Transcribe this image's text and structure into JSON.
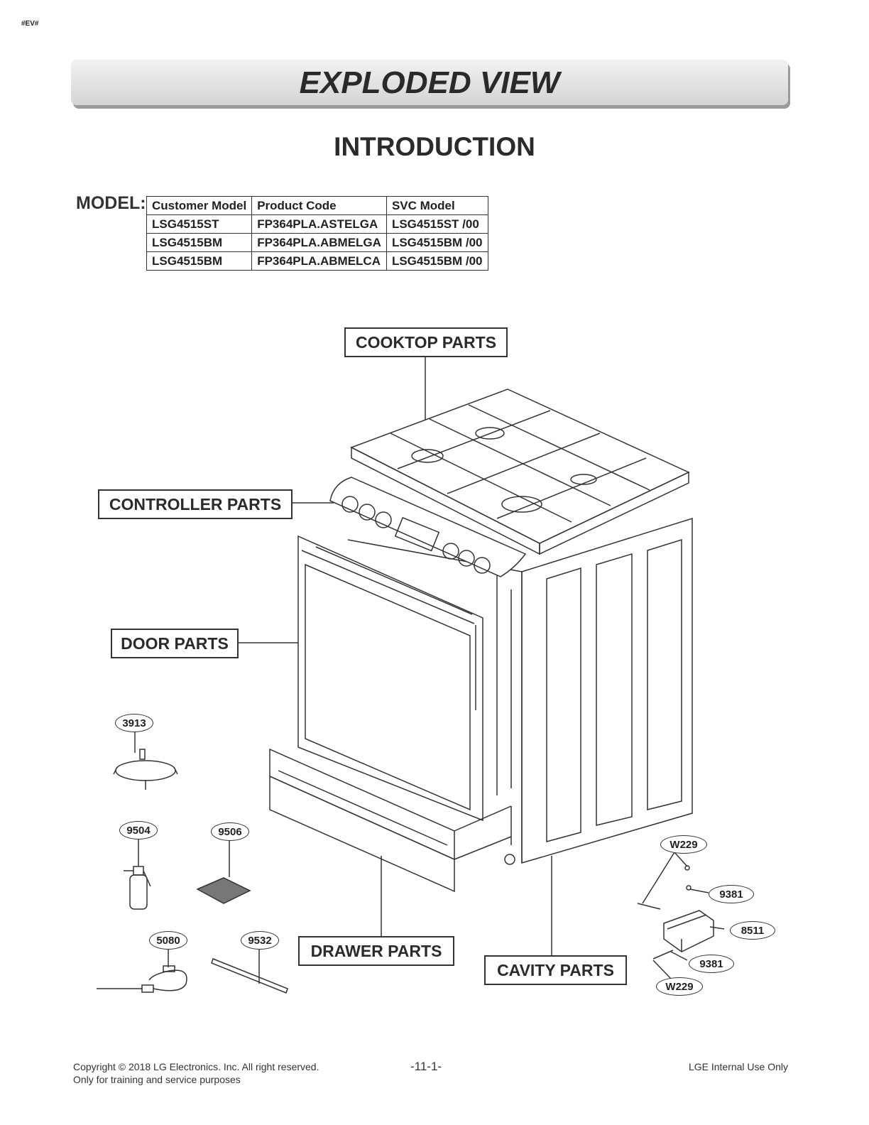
{
  "header": {
    "tag": "#EV#",
    "title": "EXPLODED VIEW"
  },
  "section_title": "INTRODUCTION",
  "model_label": "MODEL:",
  "model_table": {
    "headers": [
      "Customer Model",
      "Product Code",
      "SVC Model"
    ],
    "rows": [
      [
        "LSG4515ST",
        "FP364PLA.ASTELGA",
        "LSG4515ST /00"
      ],
      [
        "LSG4515BM",
        "FP364PLA.ABMELGA",
        "LSG4515BM /00"
      ],
      [
        "LSG4515BM",
        "FP364PLA.ABMELCA",
        "LSG4515BM /00"
      ]
    ]
  },
  "callouts": {
    "cooktop": "COOKTOP PARTS",
    "controller": "CONTROLLER PARTS",
    "door": "DOOR PARTS",
    "drawer": "DRAWER PARTS",
    "cavity": "CAVITY PARTS"
  },
  "part_numbers": {
    "p3913": "3913",
    "p9504": "9504",
    "p9506": "9506",
    "p5080": "5080",
    "p9532": "9532",
    "w229_top": "W229",
    "p9381_top": "9381",
    "p8511": "8511",
    "p9381_bottom": "9381",
    "w229_bottom": "W229"
  },
  "footer": {
    "copyright": "Copyright © 2018 LG Electronics. Inc. All right reserved.",
    "purpose": "Only for training and service purposes",
    "page": "-11-1-",
    "usage": "LGE Internal Use Only"
  }
}
